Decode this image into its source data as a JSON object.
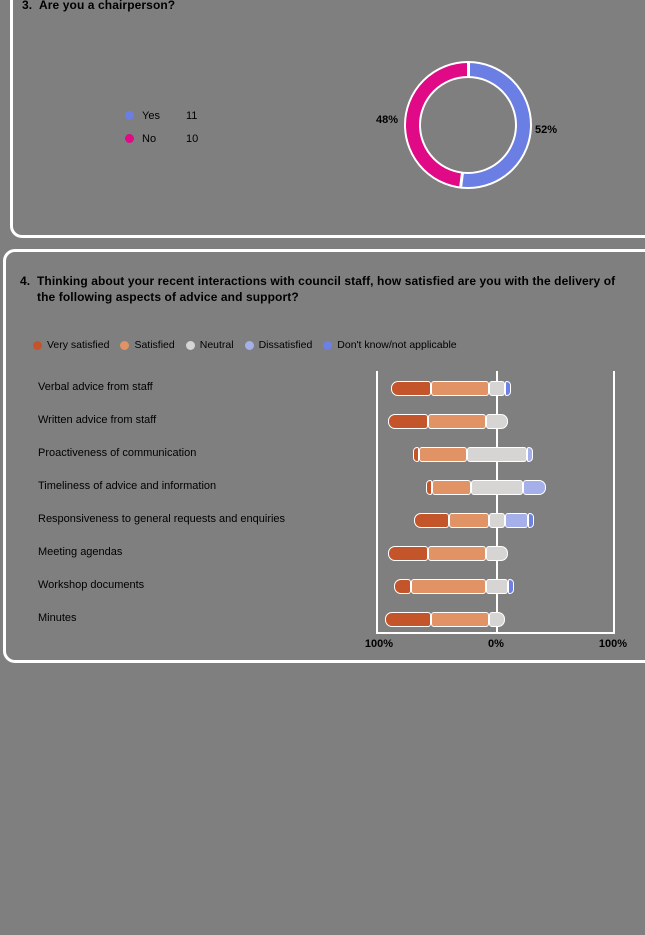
{
  "ui": {
    "background_color": "#7f7f7f",
    "panel_border_color": "#ffffff",
    "q3": {
      "number": "3.",
      "text": "Are you a chairperson?"
    },
    "q4": {
      "number": "4.",
      "text": "Thinking about your recent interactions with council staff, how satisfied are you with the delivery of the following aspects of advice and support?"
    }
  },
  "chart_data": [
    {
      "type": "pie",
      "style": "donut",
      "title": "3. Are you a chairperson?",
      "labels": [
        "Yes",
        "No"
      ],
      "values": [
        11,
        10
      ],
      "percents": [
        52,
        48
      ],
      "percent_labels": [
        "52%",
        "48%"
      ],
      "colors": [
        "#6B7EE3",
        "#E10A86"
      ],
      "legend_position": "left",
      "start_angle_deg": 0,
      "direction": "clockwise"
    },
    {
      "type": "bar",
      "subtype": "diverging-stacked",
      "orientation": "horizontal",
      "title": "4. Thinking about your recent interactions with council staff, how satisfied are you with the delivery of the following aspects of advice and support?",
      "categories": [
        "Verbal advice from staff",
        "Written advice from staff",
        "Proactiveness of communication",
        "Timeliness of advice and information",
        "Responsiveness to general requests and enquiries",
        "Meeting agendas",
        "Workshop documents",
        "Minutes"
      ],
      "series": [
        {
          "name": "Very satisfied",
          "color": "#C4552B",
          "side": "left",
          "values": [
            33,
            33,
            5,
            5,
            29,
            33,
            14,
            38
          ]
        },
        {
          "name": "Satisfied",
          "color": "#E29365",
          "side": "left",
          "values": [
            48,
            48,
            40,
            33,
            33,
            48,
            62,
            48
          ]
        },
        {
          "name": "Neutral",
          "color": "#D7D5D3",
          "side": "center",
          "values": [
            14,
            19,
            50,
            43,
            14,
            19,
            19,
            14
          ]
        },
        {
          "name": "Dissatisfied",
          "color": "#A5AFE9",
          "side": "right",
          "values": [
            0,
            0,
            5,
            19,
            19,
            0,
            0,
            0
          ]
        },
        {
          "name": "Don't know/not applicable",
          "color": "#6D80E4",
          "side": "right",
          "values": [
            5,
            0,
            0,
            0,
            5,
            0,
            5,
            0
          ]
        }
      ],
      "axis": {
        "left": "100%",
        "center": "0%",
        "right": "100%"
      },
      "value_unit": "%",
      "layout_note": "Neutral segment centered on 0% axis; satisfied responses extend left, dissatisfied/don't know extend right",
      "grid": false
    }
  ]
}
